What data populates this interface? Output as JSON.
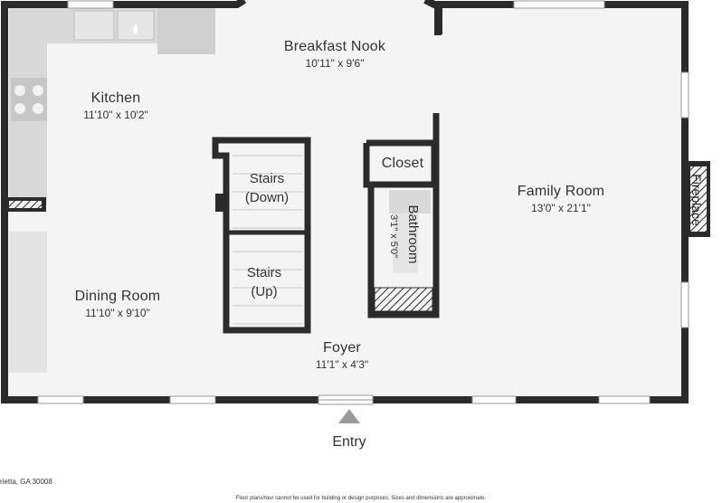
{
  "rooms": {
    "breakfast_nook": {
      "name": "Breakfast Nook",
      "dims": "10'11\" x 9'6\""
    },
    "kitchen": {
      "name": "Kitchen",
      "dims": "11'10\" x 10'2\""
    },
    "dining_room": {
      "name": "Dining Room",
      "dims": "11'10\" x 9'10\""
    },
    "family_room": {
      "name": "Family Room",
      "dims": "13'0\" x 21'1\""
    },
    "foyer": {
      "name": "Foyer",
      "dims": "11'1\" x 4'3\""
    },
    "closet": {
      "name": "Closet"
    },
    "bathroom": {
      "name": "Bathroom",
      "dims": "3'1\" x 5'0\""
    },
    "fireplace": {
      "name": "Fireplace"
    },
    "stairs_down": {
      "line1": "Stairs",
      "line2": "(Down)"
    },
    "stairs_up": {
      "line1": "Stairs",
      "line2": "(Up)"
    }
  },
  "entry": {
    "label": "Entry"
  },
  "footer": {
    "address": "rietta, GA 30008",
    "disclaimer": "Floor plans/tour cannot be used for building or design purposes. Sizes and dimensions are approximate."
  },
  "colors": {
    "wall": "#2b2b2b",
    "floor": "#f4f4f4",
    "fixture": "#d9d9d9",
    "text": "#333333"
  }
}
